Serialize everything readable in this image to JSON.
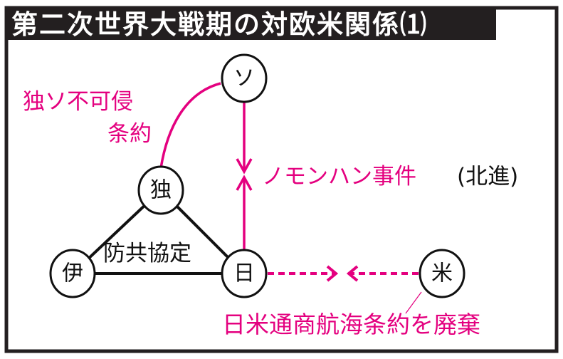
{
  "title": "第二次世界大戦期の対欧米関係⑴",
  "nodes": {
    "soviet": "ソ",
    "germany": "独",
    "italy": "伊",
    "japan": "日",
    "usa": "米"
  },
  "labels": {
    "nonaggression_line1": "独ソ不可侵",
    "nonaggression_line2": "条約",
    "nomonhan": "ノモンハン事件",
    "nomonhan_note": "(北進)",
    "anticomintern": "防共協定",
    "treaty_abrogation": "日米通商航海条約を廃棄"
  },
  "colors": {
    "accent": "#e4007f",
    "line": "#111111",
    "title_bg": "#231f20"
  }
}
